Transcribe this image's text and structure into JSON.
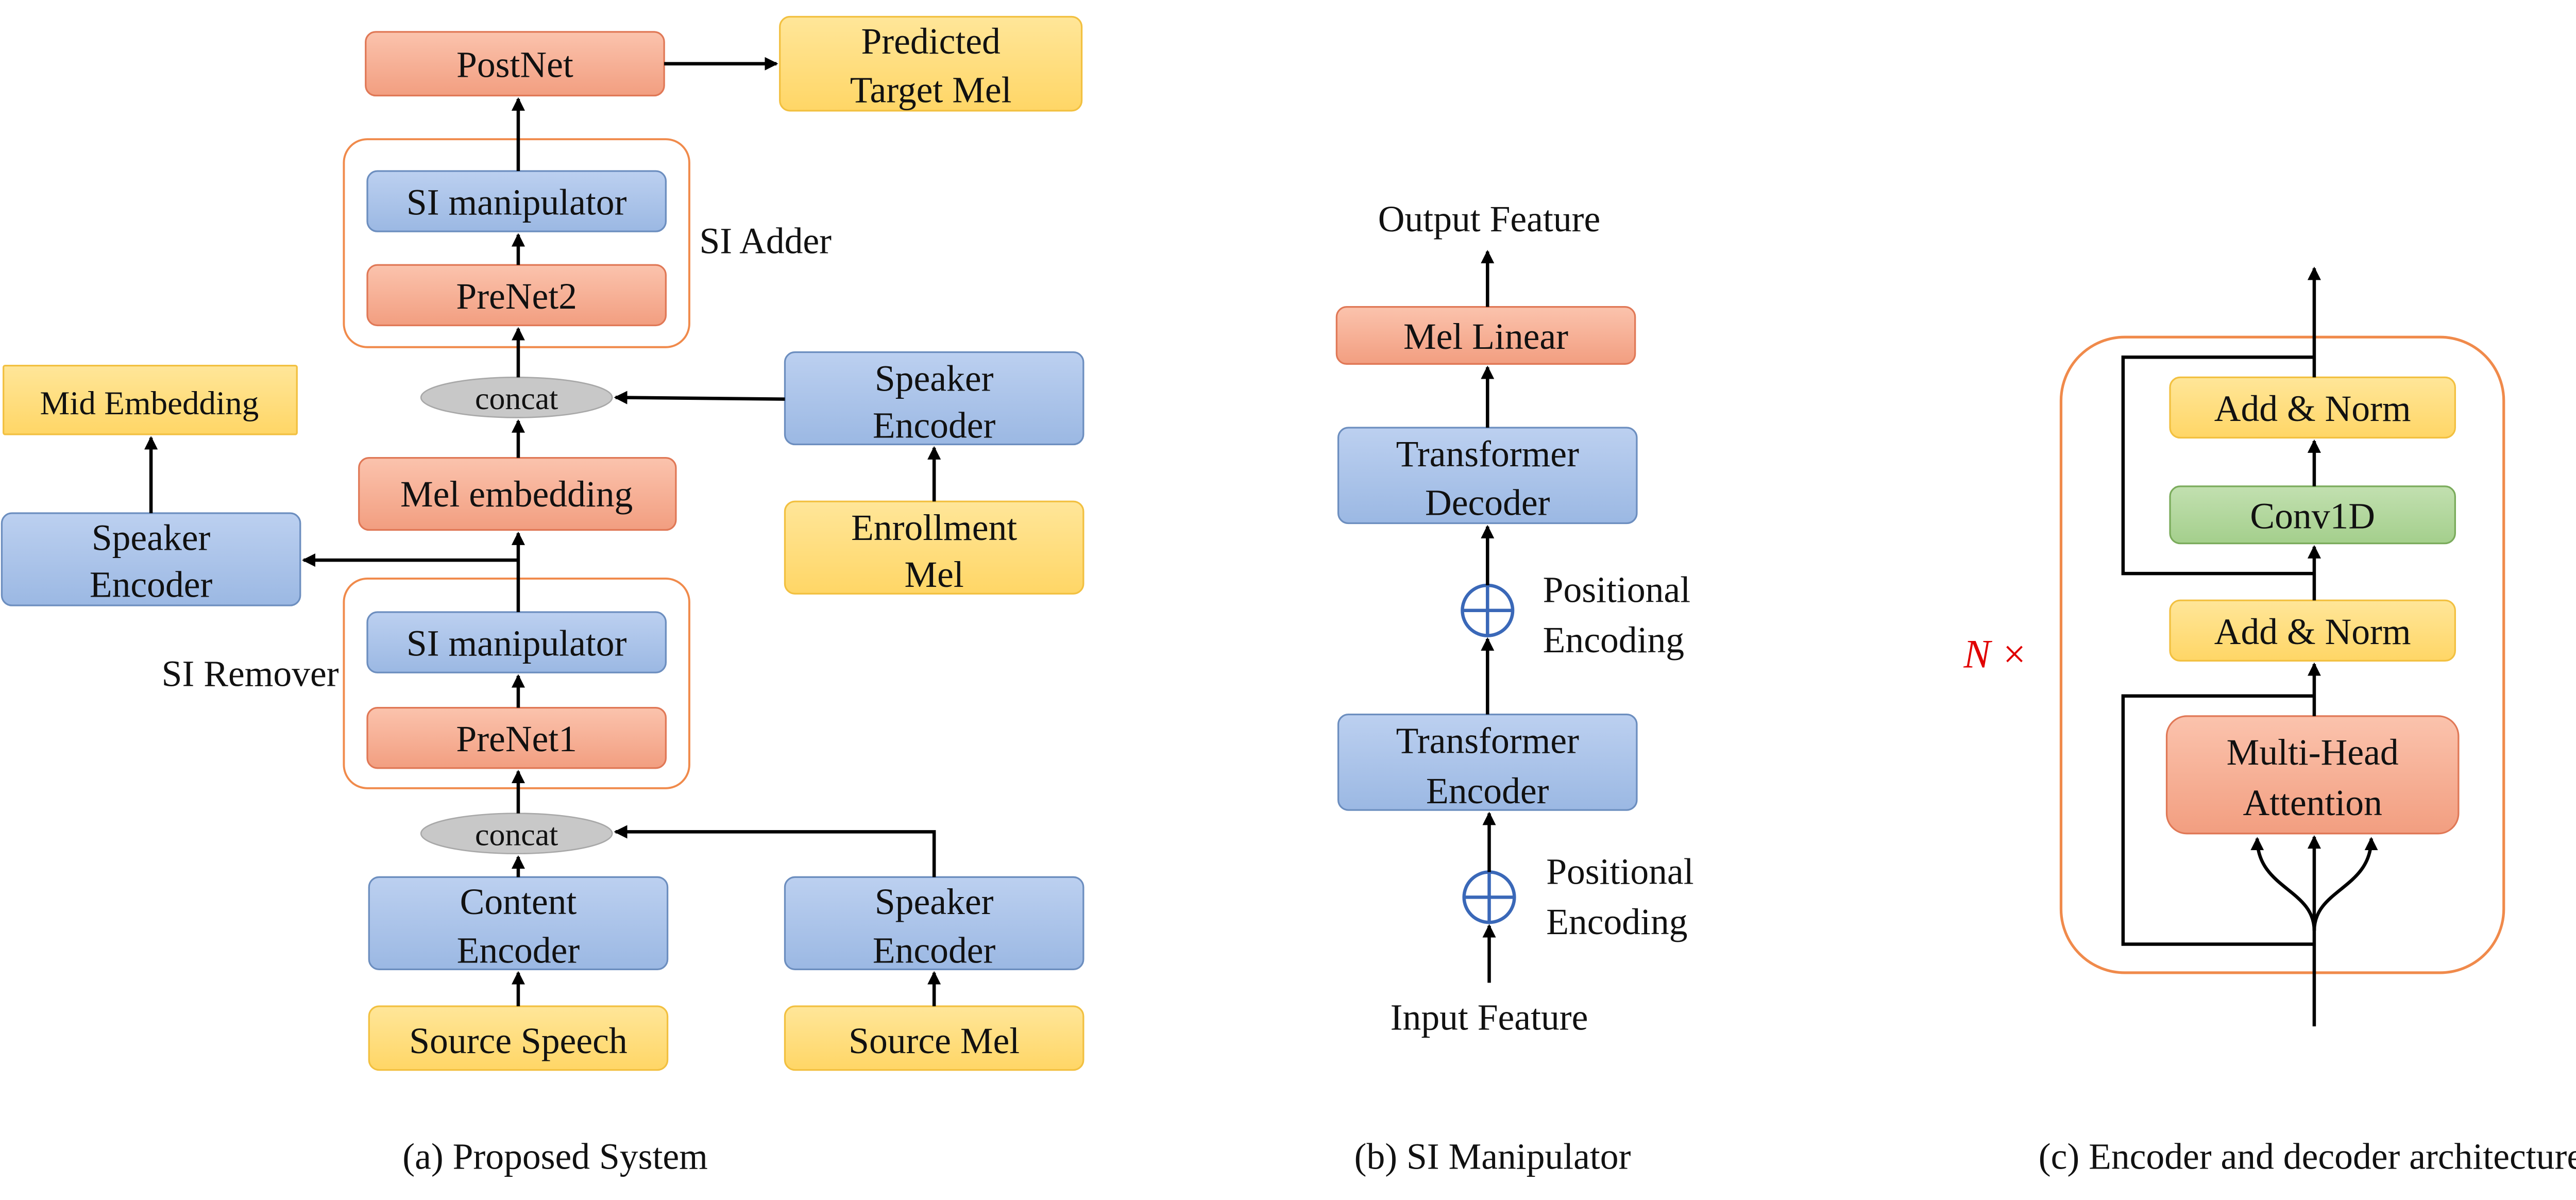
{
  "colors": {
    "blue_fill_top": "#bcd0f0",
    "blue_fill_bottom": "#9bb8e3",
    "blue_stroke": "#6c8ebf",
    "red_fill_top": "#fbc3ad",
    "red_fill_bottom": "#f29e80",
    "red_stroke": "#e07856",
    "yellow_fill_top": "#ffe699",
    "yellow_fill_bottom": "#ffd666",
    "yellow_stroke": "#f2c040",
    "green_fill_top": "#c2e0b0",
    "green_fill_bottom": "#a4cf8c",
    "green_stroke": "#7aab5b",
    "orange_border": "#f08a4b",
    "gray_ellipse": "#c8c8c8",
    "arrow": "#000000",
    "n_label": "#e00000"
  },
  "panel_a": {
    "postnet": "PostNet",
    "predicted_target_mel": [
      "Predicted",
      "Target Mel"
    ],
    "si_adder_label": "SI Adder",
    "si_manipulator_top": "SI manipulator",
    "prenet2": "PreNet2",
    "concat_top": "concat",
    "speaker_encoder_enroll": [
      "Speaker",
      "Encoder"
    ],
    "mid_embedding": "Mid Embedding",
    "mel_embedding": "Mel embedding",
    "speaker_encoder_mid": [
      "Speaker",
      "Encoder"
    ],
    "enrollment_mel": [
      "Enrollment",
      "Mel"
    ],
    "si_remover_label": "SI Remover",
    "si_manipulator_bottom": "SI manipulator",
    "prenet1": "PreNet1",
    "concat_bottom": "concat",
    "content_encoder": [
      "Content",
      "Encoder"
    ],
    "speaker_encoder_source": [
      "Speaker",
      "Encoder"
    ],
    "source_speech": "Source Speech",
    "source_mel": "Source Mel",
    "caption": "(a) Proposed System"
  },
  "panel_b": {
    "output_feature": "Output Feature",
    "mel_linear": "Mel Linear",
    "transformer_decoder": [
      "Transformer",
      "Decoder"
    ],
    "positional_encoding_top": [
      "Positional",
      "Encoding"
    ],
    "transformer_encoder": [
      "Transformer",
      "Encoder"
    ],
    "positional_encoding_bottom": [
      "Positional",
      "Encoding"
    ],
    "input_feature": "Input Feature",
    "caption": "(b) SI Manipulator"
  },
  "panel_c": {
    "n_times": "N ×",
    "add_norm_top": "Add & Norm",
    "conv1d": "Conv1D",
    "add_norm_bottom": "Add & Norm",
    "multi_head_attention": [
      "Multi-Head",
      "Attention"
    ],
    "caption": "(c) Encoder and decoder architecture"
  }
}
